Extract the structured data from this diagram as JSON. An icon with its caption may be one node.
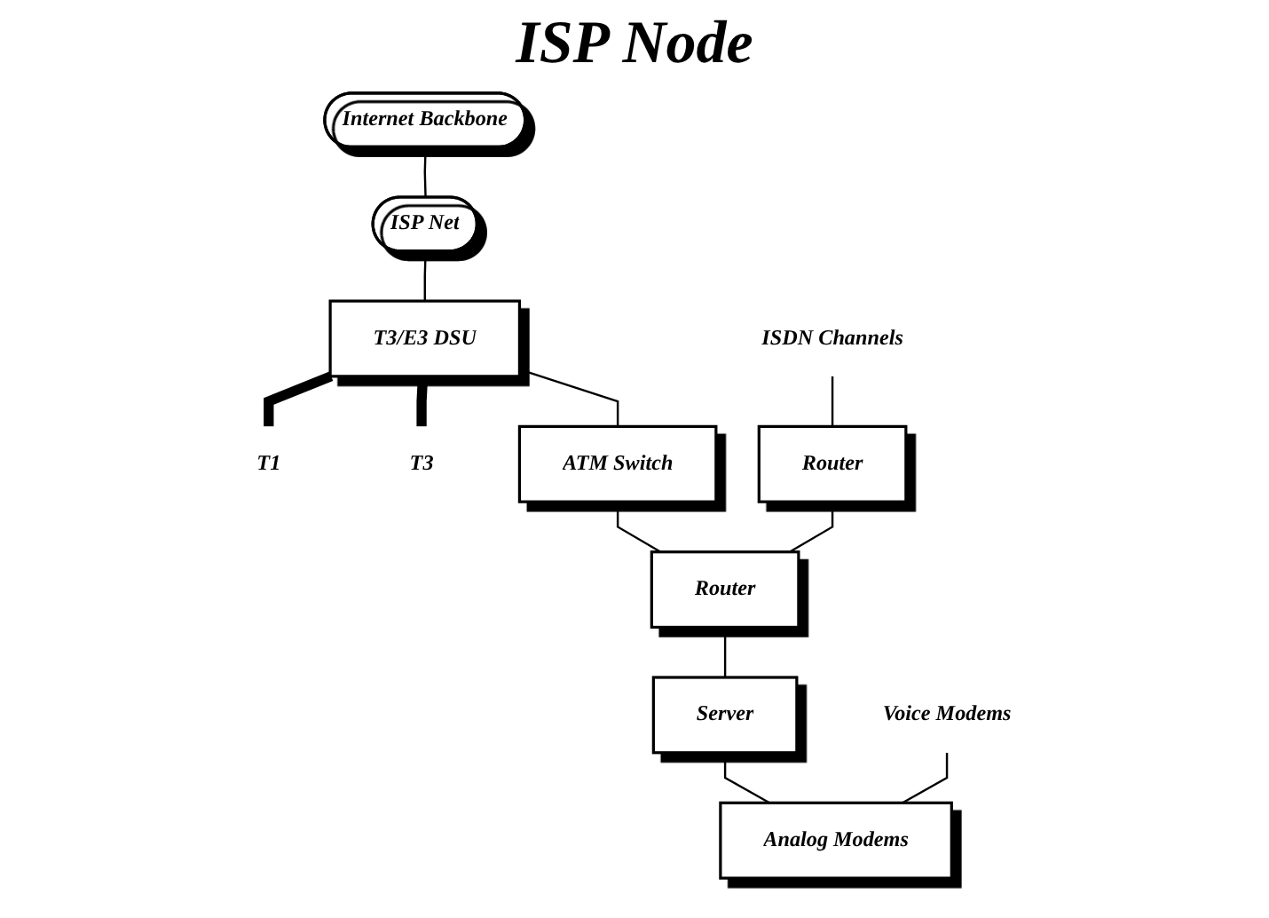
{
  "diagram": {
    "title": "ISP Node",
    "nodes": [
      {
        "text": [
          "Internet  Backbone"
        ]
      },
      {
        "text": [
          "ISP Net"
        ]
      },
      {
        "text": [
          "T3/E3 DSU"
        ]
      },
      {
        "text": [
          "T1"
        ]
      },
      {
        "text": [
          "T3"
        ]
      },
      {
        "text": [
          "ISDN Channels"
        ]
      },
      {
        "text": [
          "ATM Switch"
        ]
      },
      {
        "text": [
          "Voice Modems"
        ]
      },
      {
        "text": [
          "Router"
        ]
      },
      {
        "text": [
          "Router"
        ]
      },
      {
        "text": [
          "Server"
        ]
      },
      {
        "text": [
          "Analog Modems"
        ]
      }
    ],
    "edges": [
      {
        "from": 0,
        "to": 1,
        "arrow": "none"
      },
      {
        "from": 1,
        "to": 2,
        "arrow": "none"
      },
      {
        "from": 2,
        "to": 3,
        "arrow": "none",
        "style": "thick"
      },
      {
        "from": 2,
        "to": 4,
        "arrow": "none",
        "style": "thick"
      },
      {
        "from": 2,
        "to": 6,
        "arrow": "none"
      },
      {
        "from": 6,
        "to": 9,
        "arrow": "none"
      },
      {
        "from": 5,
        "to": 8,
        "arrow": "none"
      },
      {
        "from": 8,
        "to": 9,
        "arrow": "none"
      },
      {
        "from": 9,
        "to": 10,
        "arrow": "none"
      },
      {
        "from": 10,
        "to": 11,
        "arrow": "none"
      },
      {
        "from": 7,
        "to": 11,
        "arrow": "none"
      }
    ]
  }
}
